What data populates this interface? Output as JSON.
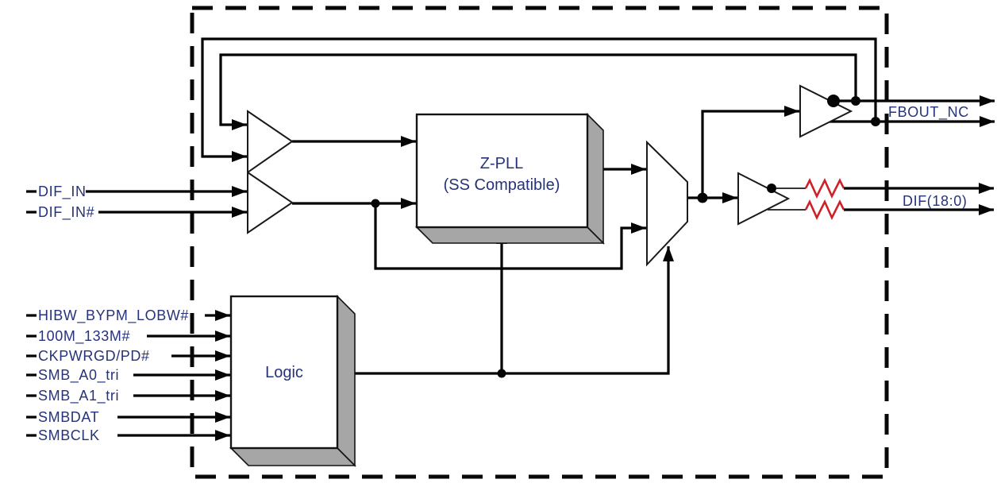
{
  "figure": {
    "type": "block-diagram",
    "description": "Clock generator IC block diagram with dashed chip boundary"
  },
  "blocks": {
    "pll": {
      "line1": "Z-PLL",
      "line2": "(SS Compatible)"
    },
    "logic": {
      "label": "Logic"
    }
  },
  "left_inputs": {
    "dif_in": "DIF_IN",
    "dif_in_n": "DIF_IN#",
    "logic_signals": [
      "HIBW_BYPM_LOBW#",
      "100M_133M#",
      "CKPWRGD/PD#",
      "SMB_A0_tri",
      "SMB_A1_tri",
      "SMBDAT",
      "SMBCLK"
    ]
  },
  "right_outputs": {
    "fbout": "FBOUT_NC",
    "dif": "DIF(18:0)"
  },
  "colors": {
    "wire": "#010101",
    "label_text": "#26337a",
    "resistor": "#cd2127",
    "block_shadow": "#a6a6a6",
    "background": "#ffffff"
  }
}
